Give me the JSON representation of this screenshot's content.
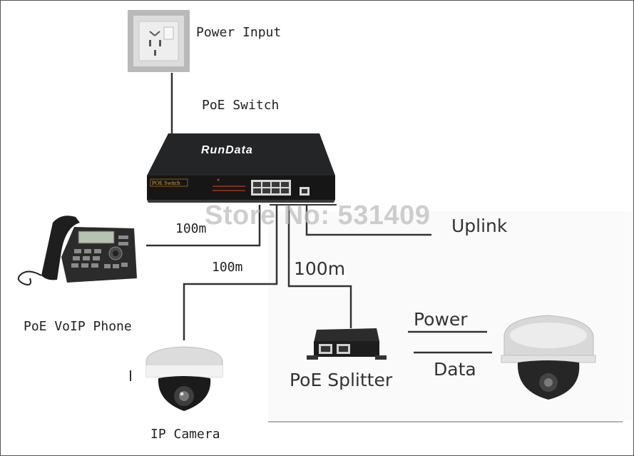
{
  "labels": {
    "power_input": "Power Input",
    "poe_switch": "PoE Switch",
    "switch_brand": "RunData",
    "switch_badge": "POE Switch",
    "link_phone": "100m",
    "link_camera": "100m",
    "link_splitter": "100m",
    "uplink": "Uplink",
    "voip_phone": "PoE VoIP Phone",
    "poe_splitter": "PoE Splitter",
    "power": "Power",
    "data": "Data",
    "ip_camera": "IP Camera"
  },
  "watermark": "Store No: 531409"
}
